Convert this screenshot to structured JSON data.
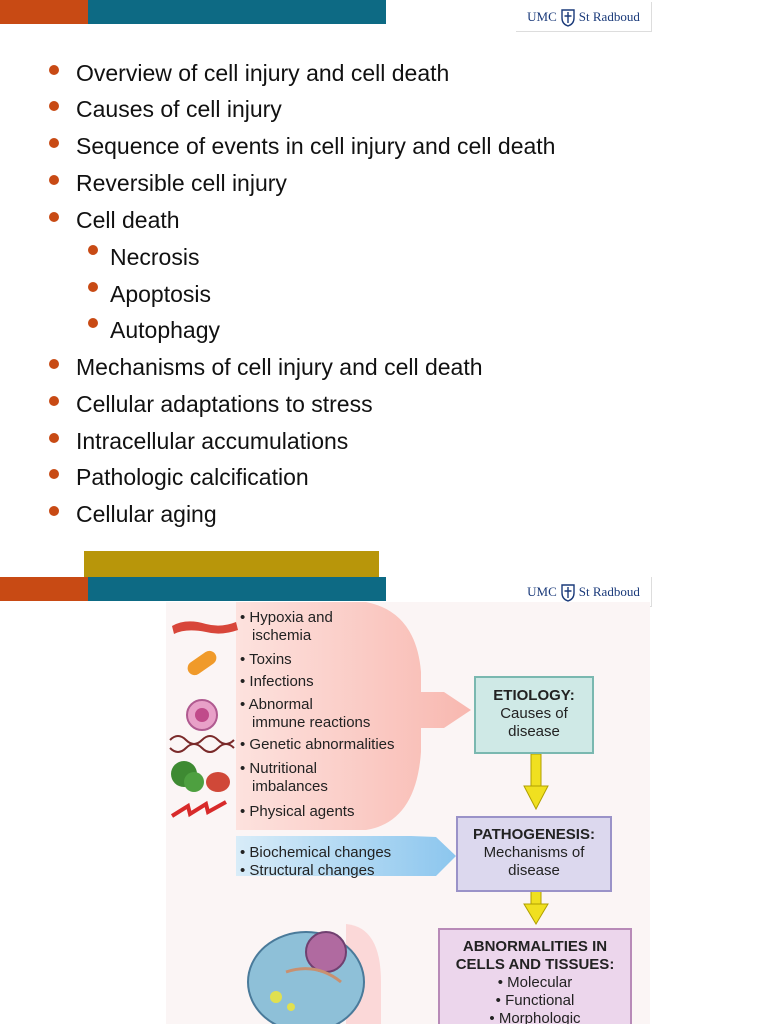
{
  "slide1": {
    "logo": {
      "left": "UMC",
      "right": "St Radboud"
    },
    "bullets": [
      "Overview of cell injury and cell death",
      "Causes of cell injury",
      "Sequence of events in cell injury and cell death",
      "Reversible cell injury",
      "Cell death"
    ],
    "sub_bullets": [
      "Necrosis",
      "Apoptosis",
      "Autophagy"
    ],
    "bullets2": [
      "Mechanisms of cell injury and cell death",
      "Cellular adaptations to stress",
      "Intracellular accumulations",
      "Pathologic calcification",
      "Cellular aging"
    ]
  },
  "slide2": {
    "logo": {
      "left": "UMC",
      "right": "St Radboud"
    },
    "causes": [
      "• Hypoxia and",
      "ischemia",
      "• Toxins",
      "• Infections",
      "• Abnormal",
      "immune reactions",
      "• Genetic abnormalities",
      "• Nutritional",
      "imbalances",
      "• Physical agents"
    ],
    "changes": [
      "• Biochemical changes",
      "• Structural changes"
    ],
    "etiology": {
      "title": "ETIOLOGY:",
      "line1": "Causes of",
      "line2": "disease"
    },
    "pathogenesis": {
      "title": "PATHOGENESIS:",
      "line1": "Mechanisms of",
      "line2": "disease"
    },
    "abnormalities": {
      "title1": "ABNORMALITIES IN",
      "title2": "CELLS AND TISSUES:",
      "items": [
        "• Molecular",
        "• Functional",
        "• Morphologic"
      ]
    },
    "colors": {
      "orange": "#c84a14",
      "teal": "#0d6a84",
      "gold": "#b8960a",
      "etiology_box": "#cfe9e6",
      "patho_box": "#dcd8ee",
      "abn_box": "#ecd6ec"
    }
  }
}
